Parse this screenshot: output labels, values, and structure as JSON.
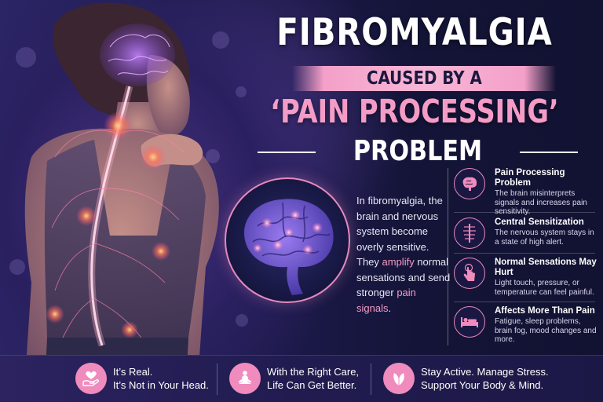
{
  "title": {
    "main": "FIBROMYALGIA",
    "banner": "CAUSED BY A",
    "highlight": "‘PAIN PROCESSING’",
    "problem": "PROBLEM"
  },
  "description": {
    "part1": "In fibromyalgia, the brain and nervous system become overly sensitive. They ",
    "highlight1": "amplify",
    "part2": " normal sensations and send stronger ",
    "highlight2": "pain signals",
    "part3": "."
  },
  "features": [
    {
      "icon": "brain-icon",
      "heading": "Pain Processing Problem",
      "body": "The brain misinterprets signals and increases pain sensitivity."
    },
    {
      "icon": "spine-icon",
      "heading": "Central Sensitization",
      "body": "The nervous system stays in a state of high alert."
    },
    {
      "icon": "touch-hand-icon",
      "heading": "Normal Sensations May Hurt",
      "body": "Light touch, pressure, or temperature can feel painful."
    },
    {
      "icon": "bed-icon",
      "heading": "Affects More Than Pain",
      "body": "Fatigue, sleep problems, brain fog, mood changes and more."
    }
  ],
  "bottom": [
    {
      "icon": "heart-hand-icon",
      "line1": "It’s Real.",
      "line2": "It’s Not in Your Head."
    },
    {
      "icon": "meditation-icon",
      "line1": "With the Right Care,",
      "line2": "Life Can Get Better."
    },
    {
      "icon": "leaf-icon",
      "line1": "Stay Active. Manage Stress.",
      "line2": "Support Your Body & Mind."
    }
  ],
  "colors": {
    "accent_pink": "#f49cc6",
    "background": "#14143a",
    "icon_pink": "#f08bbd"
  }
}
